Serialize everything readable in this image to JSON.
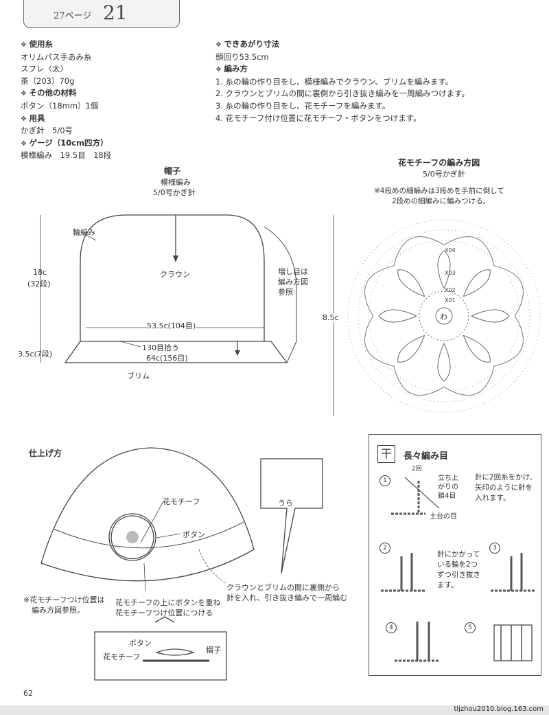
{
  "header": {
    "ref_page": "27ページ",
    "page_number": "21"
  },
  "materials": {
    "yarn_head": "使用糸",
    "yarn_brand": "オリムパス手あみ糸",
    "yarn_name": "スフレ〈太〉",
    "yarn_color": "茶（203）70g",
    "other_head": "その他の材料",
    "other_value": "ボタン（18mm）1個",
    "tools_head": "用具",
    "tools_value": "かぎ針　5/0号",
    "gauge_head": "ゲージ（10cm四方）",
    "gauge_value": "模様編み　19.5目　18段"
  },
  "finished": {
    "size_head": "できあがり寸法",
    "size_value": "頭回り53.5cm",
    "method_head": "編み方",
    "steps": [
      "1. 糸の輪の作り目をし、模様編みでクラウン、ブリムを編みます。",
      "2. クラウンとブリムの間に裏側から引き抜き編みを一周編みつけます。",
      "3. 糸の輪の作り目をし、花モチーフを編みます。",
      "4. 花モチーフ付け位置に花モチーフ・ボタンをつけます。"
    ]
  },
  "hat": {
    "title": "帽子",
    "sub1": "模様編み",
    "sub2": "5/0号かぎ針",
    "rim_label": "輪編み",
    "crown": "クラウン",
    "inc_note": [
      "増し目は",
      "編み方図",
      "参照"
    ],
    "h1": "18c",
    "h1b": "(32段)",
    "h2": "3.5c(7段)",
    "w1": "53.5c(104目)",
    "w2": "130目拾う",
    "w3": "64c(156目)",
    "brim": "ブリム"
  },
  "motif": {
    "title": "花モチーフの編み方図",
    "sub": "5/0号かぎ針",
    "note1": "※4段めの細編みは3段めを手前に倒して",
    "note2": "2段めの細編みに編みつける。",
    "height": "8.5c",
    "ring": "わ",
    "rows": [
      "X04",
      "X03",
      "X02",
      "X01"
    ]
  },
  "finish": {
    "title": "仕上げ方",
    "flower": "花モチーフ",
    "button": "ボタン",
    "seam": [
      "クラウンとブリムの間に裏側から",
      "針を入れ、引き抜き編みで一周編む"
    ],
    "note": [
      "※花モチーフつけ位置は",
      "編み方図参照。"
    ],
    "attach": [
      "花モチーフの上にボタンを重ね",
      "花モチーフつけ位置につける"
    ],
    "cs_button": "ボタン",
    "cs_flower": "花モチーフ",
    "cs_hat": "帽子",
    "ura": "うら"
  },
  "howto": {
    "title": "長々編み目",
    "symbol": "干",
    "twice": "2回",
    "s1": [
      "立ち上",
      "がりの",
      "鎖4目"
    ],
    "base": "土台の目",
    "txt1": [
      "針に2回糸をかけ、",
      "矢印のように針を",
      "入れます。"
    ],
    "txt2": [
      "針にかかって",
      "いる輪を2つ",
      "ずつ引き抜き",
      "ます。"
    ],
    "nums": [
      "1",
      "2",
      "3",
      "4",
      "5"
    ]
  },
  "footer": {
    "page": "62",
    "url": "tljzhou2010.blog.163.com"
  }
}
